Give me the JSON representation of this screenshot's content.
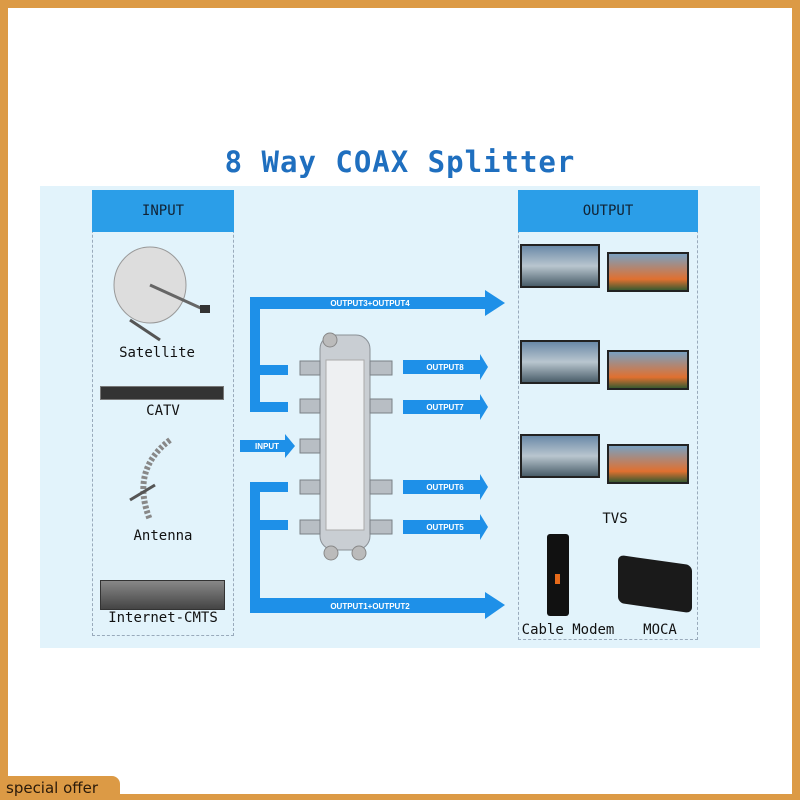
{
  "title": "8 Way COAX Splitter",
  "input": {
    "header": "INPUT",
    "sources": [
      "Satellite",
      "CATV",
      "Antenna",
      "Internet-CMTS"
    ]
  },
  "output": {
    "header": "OUTPUT",
    "tvs_label": "TVS",
    "devices": [
      "Cable Modem",
      "MOCA"
    ]
  },
  "arrows": {
    "out34": "OUTPUT3+OUTPUT4",
    "out8": "OUTPUT8",
    "out7": "OUTPUT7",
    "input": "INPUT",
    "out6": "OUTPUT6",
    "out5": "OUTPUT5",
    "out12": "OUTPUT1+OUTPUT2"
  },
  "badge": "special offer",
  "colors": {
    "accent": "#2b9ee8",
    "title": "#1f6fbf",
    "panel": "#e2f3fb",
    "frame": "#dc9a45"
  }
}
